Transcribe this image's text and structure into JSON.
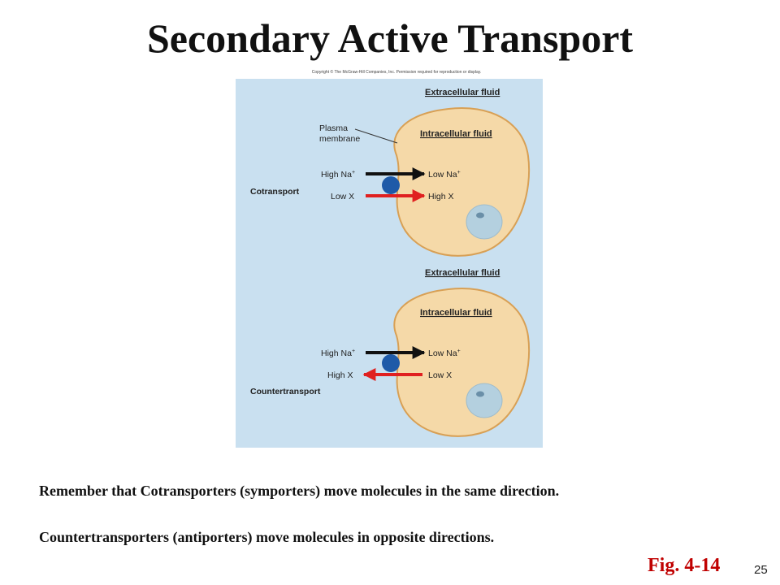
{
  "slide": {
    "title": "Secondary Active Transport",
    "copyright": "Copyright © The McGraw-Hill Companies, Inc. Permission required for reproduction or display.",
    "notes": [
      "Remember that Cotransporters (symporters) move molecules in the same direction.",
      "Countertransporters (antiporters) move molecules in opposite directions."
    ],
    "fig_label": "Fig. 4-14",
    "page_number": "25"
  },
  "diagram": {
    "top_panel": {
      "extracellular_label": "Extracellular fluid",
      "intracellular_label": "Intracellular fluid",
      "membrane_label_line1": "Plasma",
      "membrane_label_line2": "membrane",
      "mode_label": "Cotransport",
      "arrow1_left": "High Na",
      "arrow1_right": "Low Na",
      "arrow2_left": "Low X",
      "arrow2_right": "High X"
    },
    "bottom_panel": {
      "extracellular_label": "Extracellular fluid",
      "intracellular_label": "Intracellular fluid",
      "mode_label": "Countertransport",
      "arrow1_left": "High Na",
      "arrow1_right": "Low Na",
      "arrow2_left": "High X",
      "arrow2_right": "Low X"
    },
    "superscript_plus": "+",
    "colors": {
      "background": "#c9e0f0",
      "cell_fill": "#f5d9a8",
      "cell_stroke": "#d8a055",
      "transporter": "#1e5aa8",
      "arrow_black": "#111111",
      "arrow_red": "#e02020",
      "nucleus": "#b4d0df"
    }
  }
}
